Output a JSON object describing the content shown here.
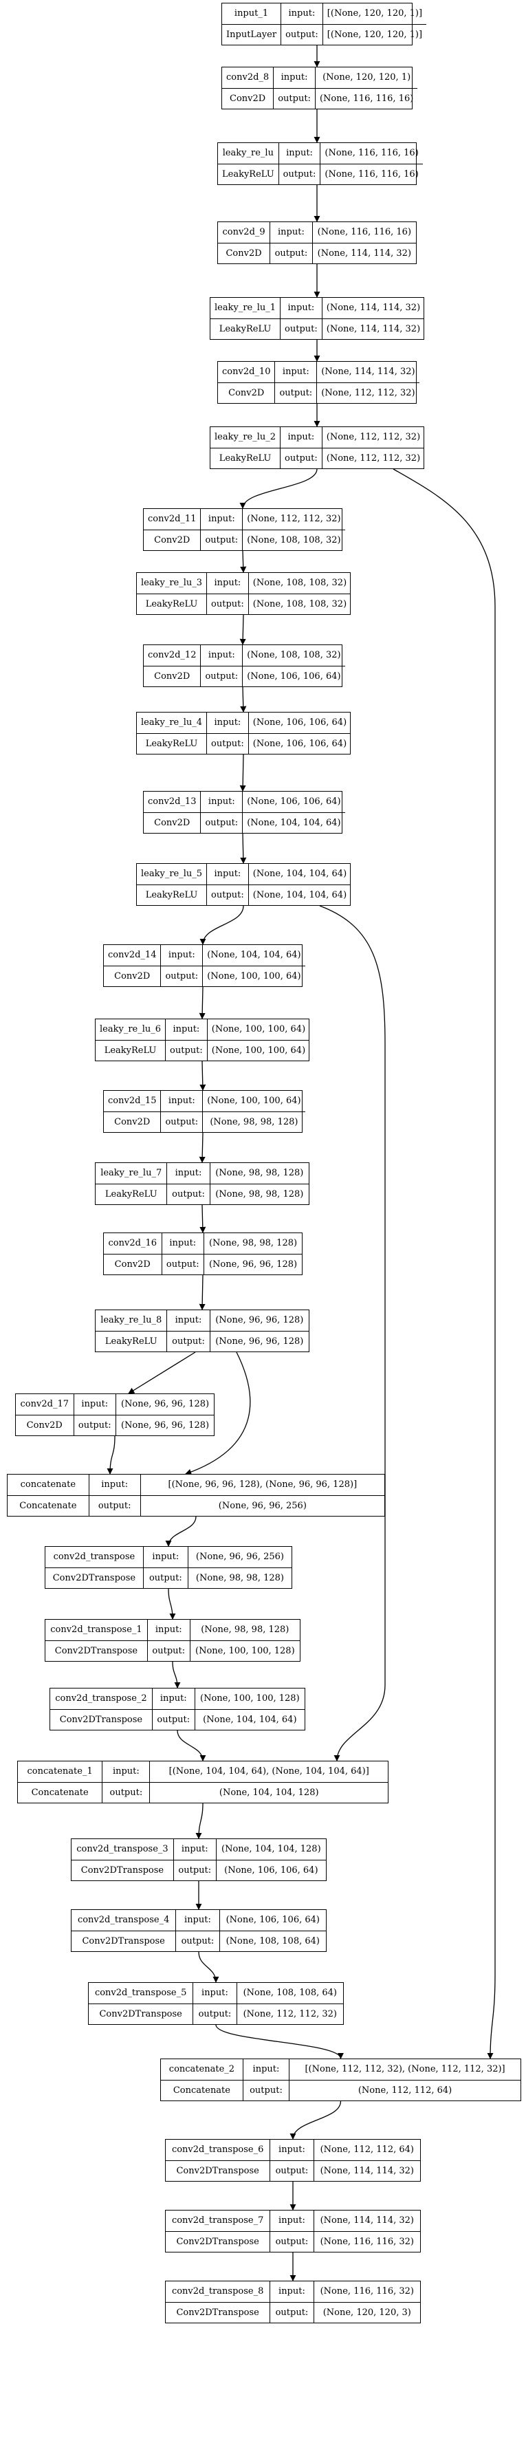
{
  "nodes": [
    {
      "id": "input_1",
      "name": "input_1",
      "type": "InputLayer",
      "input": "[(None, 120, 120, 1)]",
      "output": "[(None, 120, 120, 1)]"
    },
    {
      "id": "conv2d_8",
      "name": "conv2d_8",
      "type": "Conv2D",
      "input": "(None, 120, 120, 1)",
      "output": "(None, 116, 116, 16)"
    },
    {
      "id": "leaky_re_lu",
      "name": "leaky_re_lu",
      "type": "LeakyReLU",
      "input": "(None, 116, 116, 16)",
      "output": "(None, 116, 116, 16)"
    },
    {
      "id": "conv2d_9",
      "name": "conv2d_9",
      "type": "Conv2D",
      "input": "(None, 116, 116, 16)",
      "output": "(None, 114, 114, 32)"
    },
    {
      "id": "leaky_re_lu_1",
      "name": "leaky_re_lu_1",
      "type": "LeakyReLU",
      "input": "(None, 114, 114, 32)",
      "output": "(None, 114, 114, 32)"
    },
    {
      "id": "conv2d_10",
      "name": "conv2d_10",
      "type": "Conv2D",
      "input": "(None, 114, 114, 32)",
      "output": "(None, 112, 112, 32)"
    },
    {
      "id": "leaky_re_lu_2",
      "name": "leaky_re_lu_2",
      "type": "LeakyReLU",
      "input": "(None, 112, 112, 32)",
      "output": "(None, 112, 112, 32)"
    },
    {
      "id": "conv2d_11",
      "name": "conv2d_11",
      "type": "Conv2D",
      "input": "(None, 112, 112, 32)",
      "output": "(None, 108, 108, 32)"
    },
    {
      "id": "leaky_re_lu_3",
      "name": "leaky_re_lu_3",
      "type": "LeakyReLU",
      "input": "(None, 108, 108, 32)",
      "output": "(None, 108, 108, 32)"
    },
    {
      "id": "conv2d_12",
      "name": "conv2d_12",
      "type": "Conv2D",
      "input": "(None, 108, 108, 32)",
      "output": "(None, 106, 106, 64)"
    },
    {
      "id": "leaky_re_lu_4",
      "name": "leaky_re_lu_4",
      "type": "LeakyReLU",
      "input": "(None, 106, 106, 64)",
      "output": "(None, 106, 106, 64)"
    },
    {
      "id": "conv2d_13",
      "name": "conv2d_13",
      "type": "Conv2D",
      "input": "(None, 106, 106, 64)",
      "output": "(None, 104, 104, 64)"
    },
    {
      "id": "leaky_re_lu_5",
      "name": "leaky_re_lu_5",
      "type": "LeakyReLU",
      "input": "(None, 104, 104, 64)",
      "output": "(None, 104, 104, 64)"
    },
    {
      "id": "conv2d_14",
      "name": "conv2d_14",
      "type": "Conv2D",
      "input": "(None, 104, 104, 64)",
      "output": "(None, 100, 100, 64)"
    },
    {
      "id": "leaky_re_lu_6",
      "name": "leaky_re_lu_6",
      "type": "LeakyReLU",
      "input": "(None, 100, 100, 64)",
      "output": "(None, 100, 100, 64)"
    },
    {
      "id": "conv2d_15",
      "name": "conv2d_15",
      "type": "Conv2D",
      "input": "(None, 100, 100, 64)",
      "output": "(None, 98, 98, 128)"
    },
    {
      "id": "leaky_re_lu_7",
      "name": "leaky_re_lu_7",
      "type": "LeakyReLU",
      "input": "(None, 98, 98, 128)",
      "output": "(None, 98, 98, 128)"
    },
    {
      "id": "conv2d_16",
      "name": "conv2d_16",
      "type": "Conv2D",
      "input": "(None, 98, 98, 128)",
      "output": "(None, 96, 96, 128)"
    },
    {
      "id": "leaky_re_lu_8",
      "name": "leaky_re_lu_8",
      "type": "LeakyReLU",
      "input": "(None, 96, 96, 128)",
      "output": "(None, 96, 96, 128)"
    },
    {
      "id": "conv2d_17",
      "name": "conv2d_17",
      "type": "Conv2D",
      "input": "(None, 96, 96, 128)",
      "output": "(None, 96, 96, 128)"
    },
    {
      "id": "concatenate",
      "name": "concatenate",
      "type": "Concatenate",
      "input": "[(None, 96, 96, 128), (None, 96, 96, 128)]",
      "output": "(None, 96, 96, 256)",
      "wide": true
    },
    {
      "id": "conv2d_transpose",
      "name": "conv2d_transpose",
      "type": "Conv2DTranspose",
      "input": "(None, 96, 96, 256)",
      "output": "(None, 98, 98, 128)"
    },
    {
      "id": "conv2d_transpose_1",
      "name": "conv2d_transpose_1",
      "type": "Conv2DTranspose",
      "input": "(None, 98, 98, 128)",
      "output": "(None, 100, 100, 128)"
    },
    {
      "id": "conv2d_transpose_2",
      "name": "conv2d_transpose_2",
      "type": "Conv2DTranspose",
      "input": "(None, 100, 100, 128)",
      "output": "(None, 104, 104, 64)"
    },
    {
      "id": "concatenate_1",
      "name": "concatenate_1",
      "type": "Concatenate",
      "input": "[(None, 104, 104, 64), (None, 104, 104, 64)]",
      "output": "(None, 104, 104, 128)",
      "wide": true
    },
    {
      "id": "conv2d_transpose_3",
      "name": "conv2d_transpose_3",
      "type": "Conv2DTranspose",
      "input": "(None, 104, 104, 128)",
      "output": "(None, 106, 106, 64)"
    },
    {
      "id": "conv2d_transpose_4",
      "name": "conv2d_transpose_4",
      "type": "Conv2DTranspose",
      "input": "(None, 106, 106, 64)",
      "output": "(None, 108, 108, 64)"
    },
    {
      "id": "conv2d_transpose_5",
      "name": "conv2d_transpose_5",
      "type": "Conv2DTranspose",
      "input": "(None, 108, 108, 64)",
      "output": "(None, 112, 112, 32)"
    },
    {
      "id": "concatenate_2",
      "name": "concatenate_2",
      "type": "Concatenate",
      "input": "[(None, 112, 112, 32), (None, 112, 112, 32)]",
      "output": "(None, 112, 112, 64)",
      "wide": true
    },
    {
      "id": "conv2d_transpose_6",
      "name": "conv2d_transpose_6",
      "type": "Conv2DTranspose",
      "input": "(None, 112, 112, 64)",
      "output": "(None, 114, 114, 32)"
    },
    {
      "id": "conv2d_transpose_7",
      "name": "conv2d_transpose_7",
      "type": "Conv2DTranspose",
      "input": "(None, 114, 114, 32)",
      "output": "(None, 116, 116, 32)"
    },
    {
      "id": "conv2d_transpose_8",
      "name": "conv2d_transpose_8",
      "type": "Conv2DTranspose",
      "input": "(None, 116, 116, 32)",
      "output": "(None, 120, 120, 3)"
    }
  ],
  "edges": [
    [
      "input_1",
      "conv2d_8"
    ],
    [
      "conv2d_8",
      "leaky_re_lu"
    ],
    [
      "leaky_re_lu",
      "conv2d_9"
    ],
    [
      "conv2d_9",
      "leaky_re_lu_1"
    ],
    [
      "leaky_re_lu_1",
      "conv2d_10"
    ],
    [
      "conv2d_10",
      "leaky_re_lu_2"
    ],
    [
      "leaky_re_lu_2",
      "conv2d_11"
    ],
    [
      "conv2d_11",
      "leaky_re_lu_3"
    ],
    [
      "leaky_re_lu_3",
      "conv2d_12"
    ],
    [
      "conv2d_12",
      "leaky_re_lu_4"
    ],
    [
      "leaky_re_lu_4",
      "conv2d_13"
    ],
    [
      "conv2d_13",
      "leaky_re_lu_5"
    ],
    [
      "leaky_re_lu_5",
      "conv2d_14"
    ],
    [
      "conv2d_14",
      "leaky_re_lu_6"
    ],
    [
      "leaky_re_lu_6",
      "conv2d_15"
    ],
    [
      "conv2d_15",
      "leaky_re_lu_7"
    ],
    [
      "leaky_re_lu_7",
      "conv2d_16"
    ],
    [
      "conv2d_16",
      "leaky_re_lu_8"
    ],
    [
      "leaky_re_lu_8",
      "conv2d_17"
    ],
    [
      "leaky_re_lu_8",
      "concatenate"
    ],
    [
      "conv2d_17",
      "concatenate"
    ],
    [
      "concatenate",
      "conv2d_transpose"
    ],
    [
      "conv2d_transpose",
      "conv2d_transpose_1"
    ],
    [
      "conv2d_transpose_1",
      "conv2d_transpose_2"
    ],
    [
      "conv2d_transpose_2",
      "concatenate_1"
    ],
    [
      "leaky_re_lu_5",
      "concatenate_1"
    ],
    [
      "concatenate_1",
      "conv2d_transpose_3"
    ],
    [
      "conv2d_transpose_3",
      "conv2d_transpose_4"
    ],
    [
      "conv2d_transpose_4",
      "conv2d_transpose_5"
    ],
    [
      "conv2d_transpose_5",
      "concatenate_2"
    ],
    [
      "leaky_re_lu_2",
      "concatenate_2"
    ],
    [
      "concatenate_2",
      "conv2d_transpose_6"
    ],
    [
      "conv2d_transpose_6",
      "conv2d_transpose_7"
    ],
    [
      "conv2d_transpose_7",
      "conv2d_transpose_8"
    ]
  ],
  "labels": {
    "input": "input:",
    "output": "output:"
  }
}
